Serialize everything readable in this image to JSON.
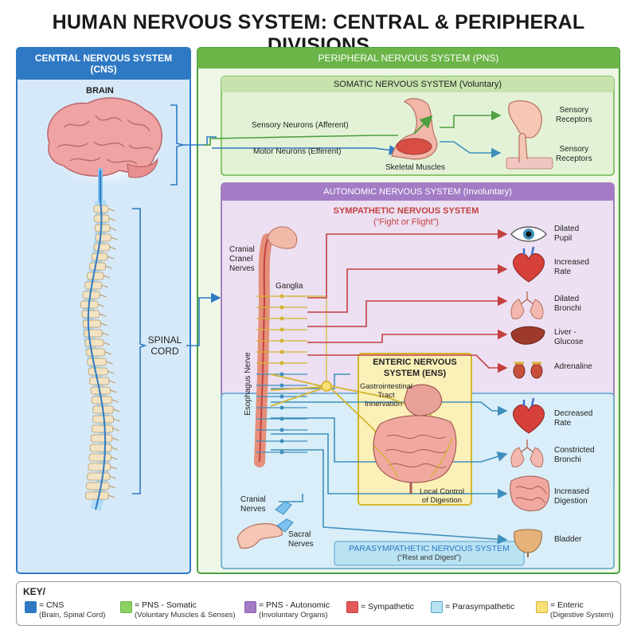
{
  "title": "HUMAN NERVOUS SYSTEM: CENTRAL & PERIPHERAL DIVISIONS",
  "cns": {
    "header_line1": "CENTRAL NERVOUS SYSTEM",
    "header_line2": "(CNS)",
    "brain": "BRAIN",
    "spinal_line1": "SPINAL",
    "spinal_line2": "CORD"
  },
  "pns": {
    "header": "PERIPHERAL NERVOUS SYSTEM (PNS)"
  },
  "somatic": {
    "header": "SOMATIC NERVOUS SYSTEM (Voluntary)",
    "sensory_neurons": "Sensory Neurons (Afferent)",
    "motor_neurons": "Motor Neurons (Efferent)",
    "skeletal_muscles": "Skeletal Muscles",
    "receptors_1_line1": "Sensory",
    "receptors_1_line2": "Receptors",
    "receptors_2_line1": "Sensory",
    "receptors_2_line2": "Receptors"
  },
  "autonomic": {
    "header": "AUTONOMIC NERVOUS SYSTEM (Involuntary)",
    "cranial_line1": "Cranial",
    "cranial_line2": "Cranel",
    "cranial_line3": "Nerves",
    "ganglia": "Ganglia",
    "esophagus": "Esophagus Nerve"
  },
  "sympathetic": {
    "header": "SYMPATHETIC NERVOUS SYSTEM",
    "subheader": "(“Fight or Flight”)",
    "effects": [
      {
        "line1": "Dilated",
        "line2": "Pupil"
      },
      {
        "line1": "Increased",
        "line2": "Rate"
      },
      {
        "line1": "Dilated",
        "line2": "Bronchi"
      },
      {
        "line1": "Liver -",
        "line2": "Glucose"
      },
      {
        "line1": "Adrenaline",
        "line2": ""
      }
    ]
  },
  "enteric": {
    "header_line1": "ENTERIC NERVOUS",
    "header_line2": "SYSTEM (ENS)",
    "gi_line1": "Gastrointestinal",
    "gi_line2": "Tract",
    "gi_line3": "Innervation",
    "local_line1": "Local Control",
    "local_line2": "of Digestion"
  },
  "parasympathetic": {
    "header": "PARASYMPATHETIC NERVOUS SYSTEM",
    "subheader": "(“Rest and Digest”)",
    "cranial_line1": "Cranial",
    "cranial_line2": "Nerves",
    "sacral_line1": "Sacral",
    "sacral_line2": "Nerves",
    "effects": [
      {
        "line1": "Decreased",
        "line2": "Rate"
      },
      {
        "line1": "Constricted",
        "line2": "Bronchi"
      },
      {
        "line1": "Increased",
        "line2": "Digestion"
      },
      {
        "line1": "Bladder",
        "line2": ""
      }
    ]
  },
  "key": {
    "title": "KEY/",
    "items": [
      {
        "label": "= CNS",
        "sub": "(Brain, Spinal Cord)",
        "color": "#2f79c4",
        "fill": "#2f79c4"
      },
      {
        "label": "= PNS - Somatic",
        "sub": "(Voluntary Muscles & Senses)",
        "color": "#6bb548",
        "fill": "#8dd062"
      },
      {
        "label": "= PNS - Autonomic",
        "sub": "(Involuntary Organs)",
        "color": "#8a5cb0",
        "fill": "#a47cc6"
      },
      {
        "label": "= Sympathetic",
        "sub": "",
        "color": "#c44040",
        "fill": "#e35a5a"
      },
      {
        "label": "= Parasympathetic",
        "sub": "",
        "color": "#5aa3c9",
        "fill": "#b9e2f3"
      },
      {
        "label": "= Enteric",
        "sub": "(Digestive System)",
        "color": "#d4b52e",
        "fill": "#f7e07a"
      }
    ]
  },
  "colors": {
    "cns": "#2f79c4",
    "somatic": "#6bb548",
    "autonomic": "#8a5cb0",
    "sympathetic": "#c44040",
    "parasympathetic": "#5aa3c9",
    "enteric": "#d4b52e"
  }
}
